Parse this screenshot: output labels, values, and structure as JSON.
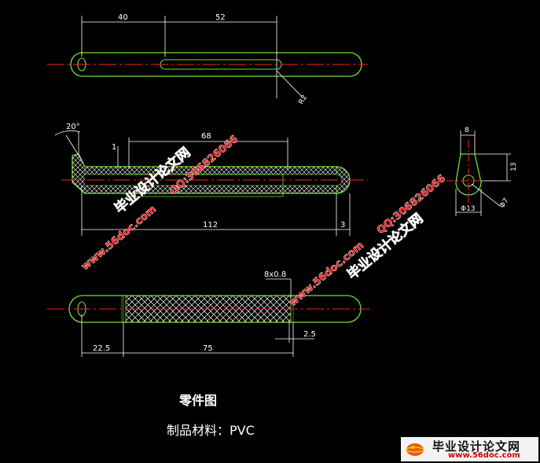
{
  "top_view": {
    "dim_left": "40",
    "dim_right": "52",
    "dim_radius": "R2"
  },
  "front_view": {
    "dim_angle": "20°",
    "dim_slot": "68",
    "dim_step": "1",
    "dim_total": "112",
    "dim_end": "3"
  },
  "side_view": {
    "dim_width": "8",
    "dim_height": "13",
    "dim_bottom": "Φ13",
    "dim_hole": "Φ7"
  },
  "bottom_view": {
    "knurl_label": "8x0.8",
    "dim_left": "22.5",
    "dim_mid": "75",
    "dim_right": "2.5"
  },
  "captions": {
    "title": "零件图",
    "material": "制品材料：PVC"
  },
  "watermarks": {
    "site_name": "毕业设计论文网",
    "qq": "QQ:306826066",
    "url": "www.56doc.com"
  },
  "logo": {
    "title": "毕业设计论文网",
    "url": "www.56doc.com"
  },
  "colors": {
    "outline": "#6fe03a",
    "centerline": "#ff2020",
    "dimension": "#ffffff",
    "watermark": "#ff0000",
    "watermark_shadow": "#ffffff"
  }
}
